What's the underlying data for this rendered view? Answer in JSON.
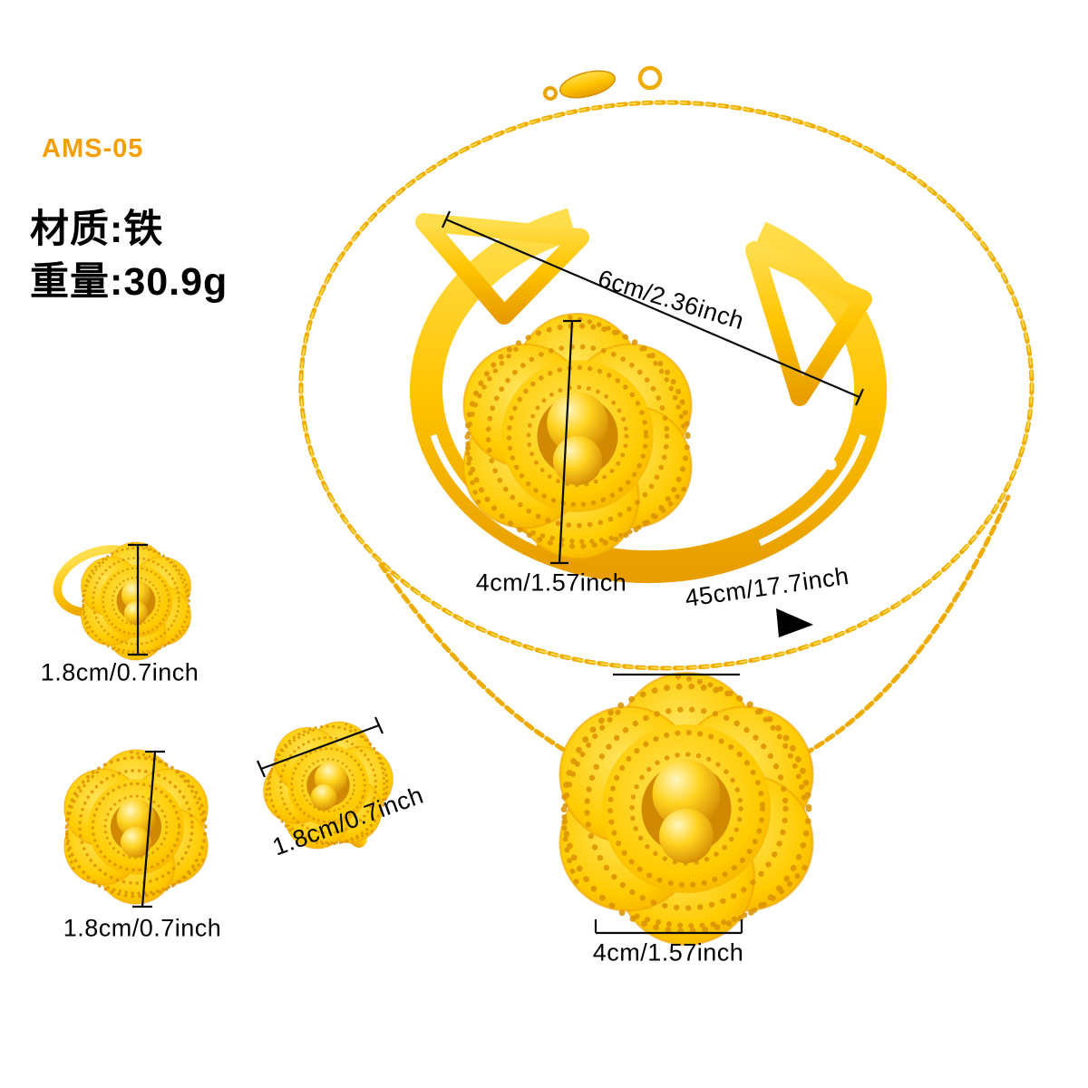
{
  "product": {
    "sku": "AMS-05",
    "material": "材质:铁",
    "weight": "重量:30.9g"
  },
  "annotations": {
    "bangle_width": "6cm/2.36inch",
    "bangle_flower": "4cm/1.57inch",
    "necklace_length": "45cm/17.7inch",
    "pendant_width": "4cm/1.57inch",
    "ring_size": "1.8cm/0.7inch",
    "earring_left": "1.8cm/0.7inch",
    "earring_right": "1.8cm/0.7inch"
  },
  "colors": {
    "gold": "#FFCB00",
    "gold_dark": "#DB9200",
    "gold_light": "#FFE45C",
    "sku_orange": "#F59E00",
    "annotation_black": "#000000",
    "background": "#FFFFFF"
  }
}
